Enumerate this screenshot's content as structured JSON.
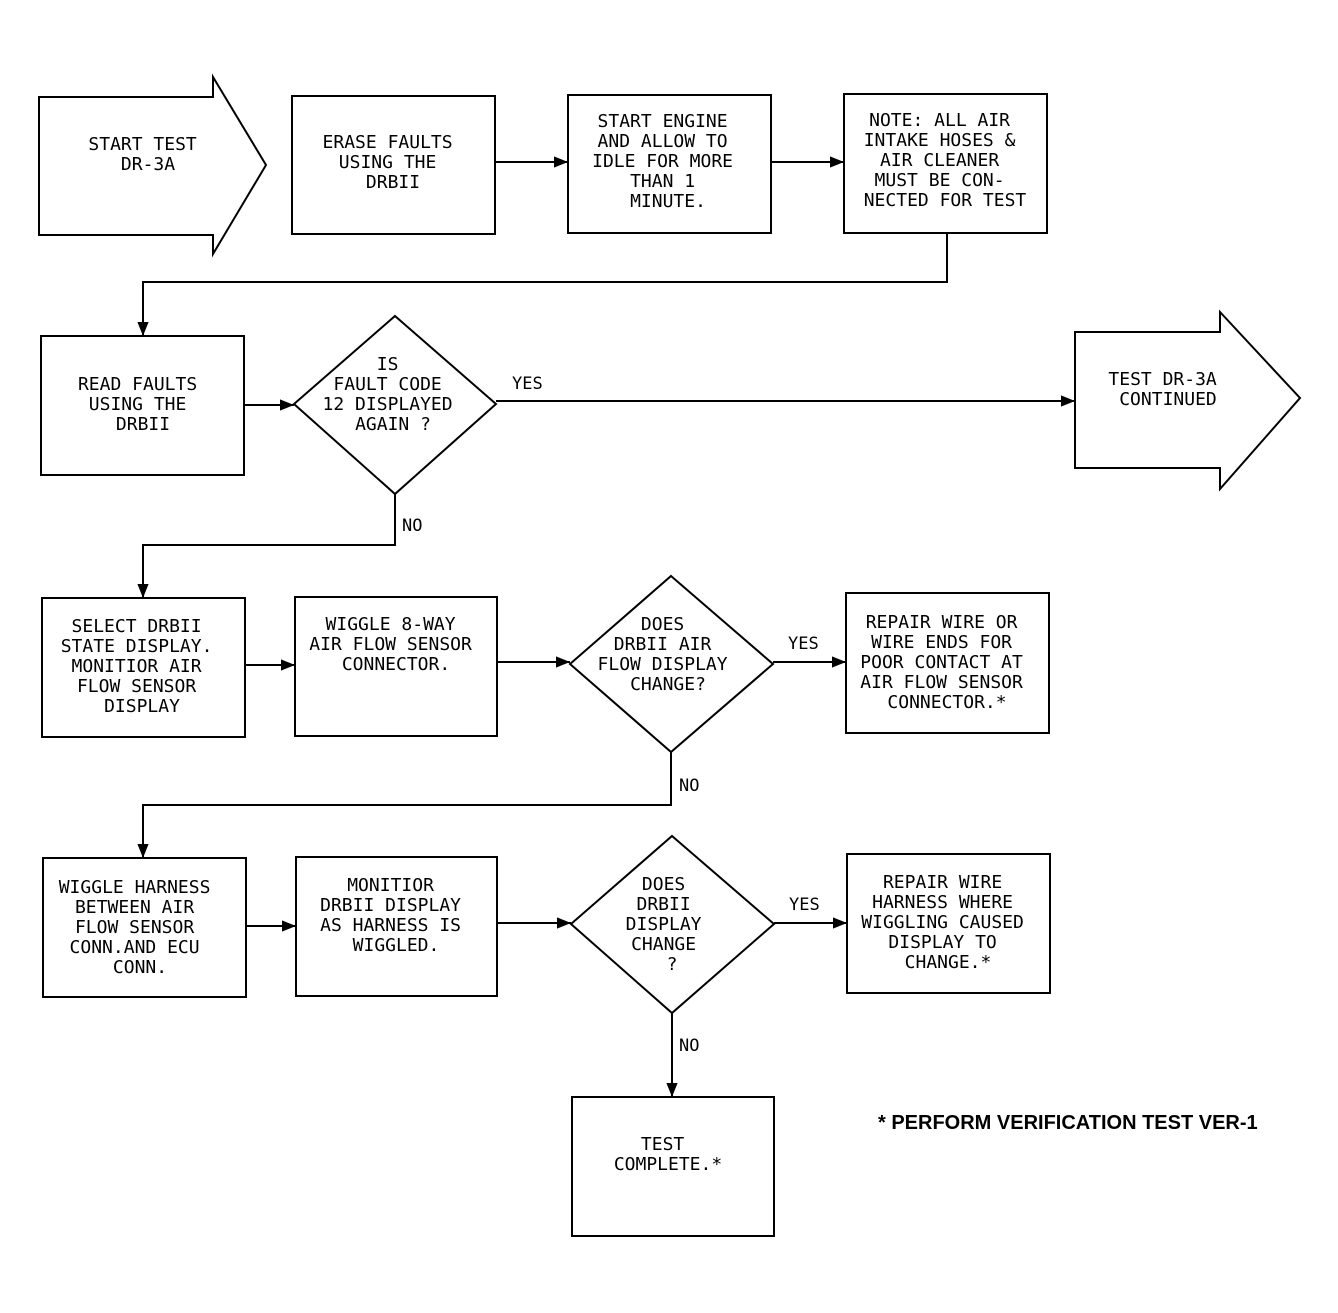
{
  "nodes": {
    "start": [
      "START TEST",
      "DR-3A"
    ],
    "erase": [
      "ERASE FAULTS",
      "USING THE",
      "DRBII"
    ],
    "start_engine": [
      "START ENGINE",
      "AND ALLOW TO",
      "IDLE FOR MORE",
      "THAN 1",
      "MINUTE."
    ],
    "note": [
      "NOTE: ALL AIR",
      "INTAKE HOSES &",
      "AIR CLEANER",
      "MUST BE CON-",
      "NECTED FOR TEST"
    ],
    "read_faults": [
      "READ FAULTS",
      "USING THE",
      "DRBII"
    ],
    "fault_12": [
      "IS",
      "FAULT CODE",
      "12 DISPLAYED",
      "AGAIN ?"
    ],
    "continued": [
      "TEST DR-3A",
      "CONTINUED"
    ],
    "select_display": [
      "SELECT DRBII",
      "STATE DISPLAY.",
      "MONITIOR AIR",
      "FLOW SENSOR",
      "DISPLAY"
    ],
    "wiggle_8way": [
      "WIGGLE 8-WAY",
      "AIR FLOW SENSOR",
      "CONNECTOR."
    ],
    "display_change_1": [
      "DOES",
      "DRBII AIR",
      "FLOW DISPLAY",
      "CHANGE?"
    ],
    "repair_ends": [
      "REPAIR WIRE OR",
      "WIRE ENDS FOR",
      "POOR CONTACT AT",
      "AIR FLOW SENSOR",
      "CONNECTOR.*"
    ],
    "wiggle_harness": [
      "WIGGLE HARNESS",
      "BETWEEN AIR",
      "FLOW SENSOR",
      "CONN.AND ECU",
      "CONN."
    ],
    "monitor_display": [
      "MONITIOR",
      "DRBII DISPLAY",
      "AS HARNESS IS",
      "WIGGLED."
    ],
    "display_change_2": [
      "DOES",
      "DRBII",
      "DISPLAY",
      "CHANGE",
      "?"
    ],
    "repair_harness": [
      "REPAIR WIRE",
      "HARNESS WHERE",
      "WIGGLING CAUSED",
      "DISPLAY TO",
      "CHANGE.*"
    ],
    "complete": [
      "TEST",
      "COMPLETE.*"
    ]
  },
  "edges": {
    "yes_1": "YES",
    "no_1": "NO",
    "yes_2": "YES",
    "no_2": "NO",
    "yes_3": "YES",
    "no_3": "NO"
  },
  "footnote": "* PERFORM VERIFICATION TEST VER-1"
}
